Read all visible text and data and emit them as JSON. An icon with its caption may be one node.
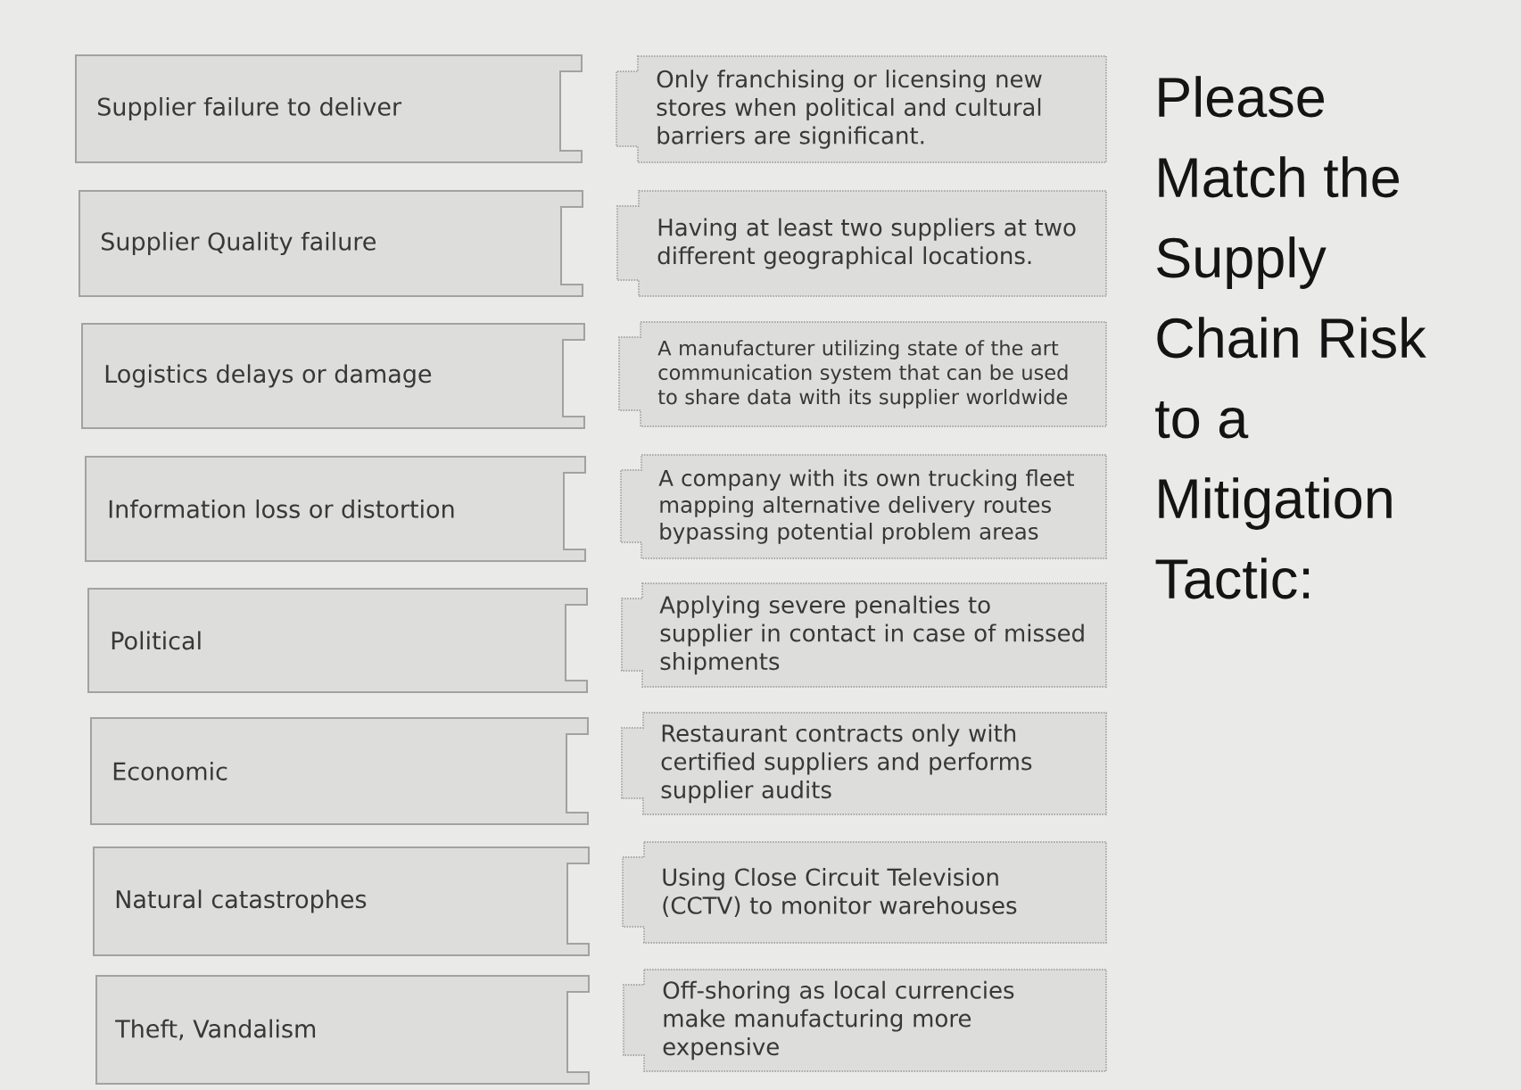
{
  "diagram": {
    "title": "Please Match the Supply Chain Risk to a Mitigation Tactic:",
    "nodes": [
      {
        "text": [
          "Supplier failure to deliver"
        ]
      },
      {
        "text": [
          "Supplier Quality failure"
        ]
      },
      {
        "text": [
          "Logistics delays or damage"
        ]
      },
      {
        "text": [
          "Information loss or distortion"
        ]
      },
      {
        "text": [
          "Political"
        ]
      },
      {
        "text": [
          "Economic"
        ]
      },
      {
        "text": [
          "Natural catastrophes"
        ]
      },
      {
        "text": [
          "Theft, Vandalism"
        ]
      },
      {
        "text": [
          "Only franchising or licensing new stores when political and cultural barriers are significant."
        ]
      },
      {
        "text": [
          "Having at least two suppliers at two different geographical locations."
        ]
      },
      {
        "text": [
          "A manufacturer utilizing state of the art communication system that can be used to share data with its supplier worldwide"
        ]
      },
      {
        "text": [
          "A company with its own trucking fleet mapping alternative delivery routes bypassing potential problem areas"
        ]
      },
      {
        "text": [
          "Applying severe penalties to supplier in contact in case of missed shipments"
        ]
      },
      {
        "text": [
          "Restaurant contracts only with certified suppliers and performs supplier audits"
        ]
      },
      {
        "text": [
          "Using Close Circuit Television (CCTV) to monitor warehouses"
        ]
      },
      {
        "text": [
          "Off-shoring as local currencies make manufacturing more expensive"
        ]
      }
    ]
  }
}
